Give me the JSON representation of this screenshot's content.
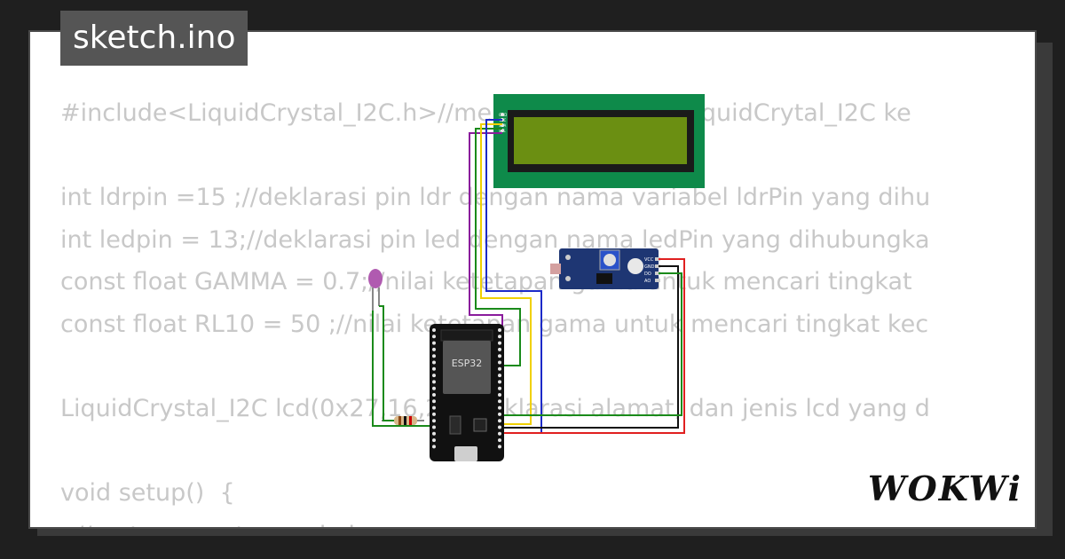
{
  "header": {
    "filename": "sketch.ino"
  },
  "code_lines": [
    "#include<LiquidCrystal_I2C.h>//memanggil library LiquidCrytal_I2C ke",
    "",
    "int ldrpin =15 ;//deklarasi pin ldr dengan nama variabel ldrPin yang dihu",
    "int ledpin = 13;//deklarasi pin led dengan nama ledPin yang dihubungka",
    "const float GAMMA = 0.7;//nilai ketetapan gama untuk mencari tingkat",
    "const float RL10 = 50 ;//nilai ketetapan gama untuk mencari tingkat kec",
    "",
    "LiquidCrystal_I2C lcd(0x27,16,2);//deklarasi alamat, dan jenis lcd yang d",
    "",
    "void setup()  {",
    "  // put your setup code here"
  ],
  "components": {
    "board_label": "ESP32",
    "lcd_pins": [
      "GND",
      "VCC",
      "SDA",
      "SCL"
    ],
    "sensor_pins": [
      "VCC",
      "GND",
      "DO",
      "AO"
    ]
  },
  "brand": {
    "logo_text": "WOKWi"
  },
  "colors": {
    "background": "#1f1f1f",
    "card": "#ffffff",
    "code_text": "#c8c8c8",
    "lcd_board": "#0e8a4a",
    "lcd_screen": "#6b8f12",
    "board_body": "#111111",
    "sensor_board": "#1e3673",
    "wire_red": "#e02020",
    "wire_black": "#111111",
    "wire_green": "#1a8a1a",
    "wire_blue": "#1c2ac8",
    "wire_yellow": "#f0d000",
    "wire_purple": "#8a1c9c"
  }
}
